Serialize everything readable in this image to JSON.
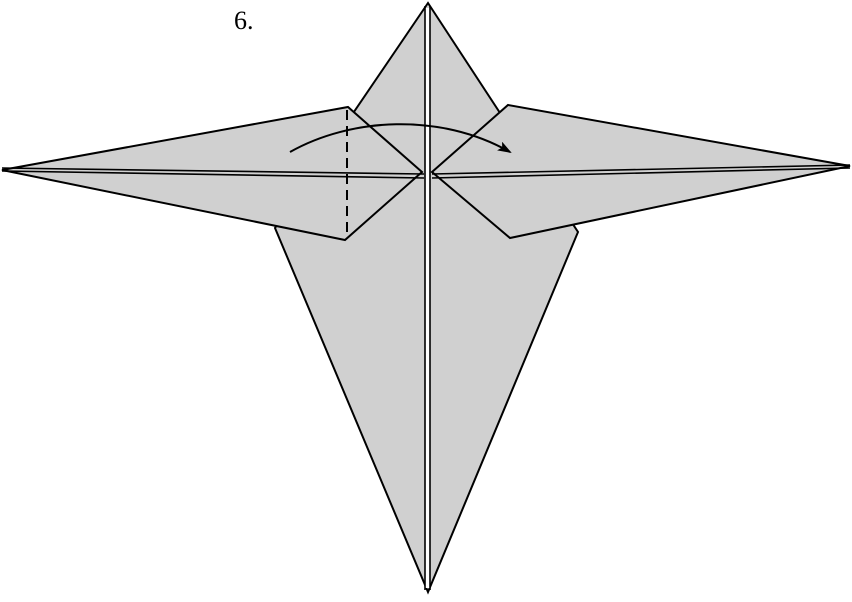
{
  "step": {
    "label": "6."
  },
  "colors": {
    "paper": "#d0d0d0",
    "line": "#000000",
    "background": "#ffffff"
  },
  "symbols": {
    "valley_fold": "dashed-line",
    "fold_direction": "curved-arrow-right"
  }
}
